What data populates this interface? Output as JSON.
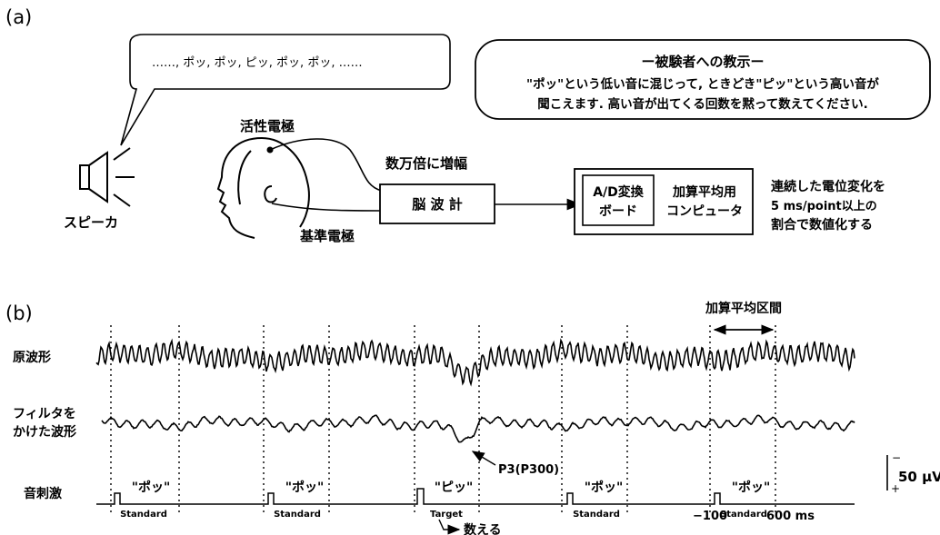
{
  "panel_a": {
    "label": "(a)",
    "speech_bubble": "……, ポッ, ポッ, ピッ, ポッ, ポッ, ……",
    "instruction_title": "ー被験者への教示ー",
    "instruction_line1": "\"ポッ\"という低い音に混じって, ときどき\"ピッ\"という高い音が",
    "instruction_line2": "聞こえます. 高い音が出てくる回数を黙って数えてください.",
    "speaker_label": "スピーカ",
    "active_electrode_label": "活性電極",
    "reference_electrode_label": "基準電極",
    "amplify_label": "数万倍に増幅",
    "eeg_box_label": "脳 波 計",
    "ad_board_line1": "A/D変換",
    "ad_board_line2": "ボード",
    "computer_line1": "加算平均用",
    "computer_line2": "コンピュータ",
    "digitize_line1": "連続した電位変化を",
    "digitize_line2": "5 ms/point以上の",
    "digitize_line3": "割合で数値化する"
  },
  "panel_b": {
    "label": "(b)",
    "averaging_interval_label": "加算平均区間",
    "row_raw_label": "原波形",
    "row_filtered_line1": "フィルタを",
    "row_filtered_line2": "かけた波形",
    "row_stimulus_label": "音刺激",
    "p3_label": "P3(P300)",
    "count_label": "数える",
    "scale_minus": "−",
    "scale_plus": "+",
    "scale_value": "50 μV",
    "time_start": "−100",
    "time_end": "600 ms",
    "stimuli": [
      {
        "sound": "\"ポッ\"",
        "type": "Standard",
        "target": false
      },
      {
        "sound": "\"ポッ\"",
        "type": "Standard",
        "target": false
      },
      {
        "sound": "\"ピッ\"",
        "type": "Target",
        "target": true
      },
      {
        "sound": "\"ポッ\"",
        "type": "Standard",
        "target": false
      },
      {
        "sound": "\"ポッ\"",
        "type": "Standard",
        "target": false
      }
    ]
  }
}
